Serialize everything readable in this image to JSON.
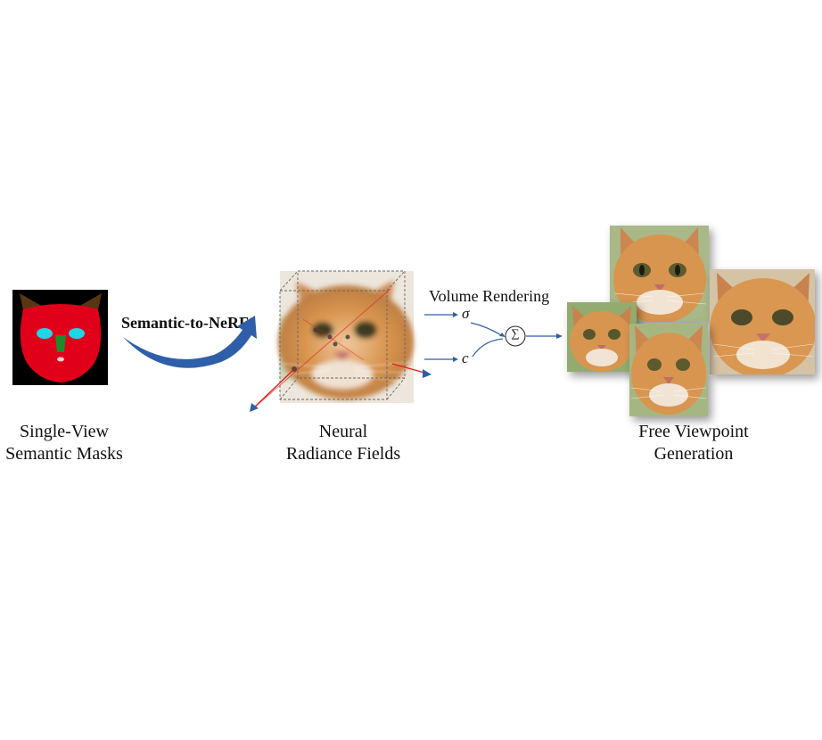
{
  "labels": {
    "mask_caption_line1": "Single-View",
    "mask_caption_line2": "Semantic Masks",
    "arrow_label": "Semantic-to-NeRF",
    "nerf_caption_line1": "Neural",
    "nerf_caption_line2": "Radiance Fields",
    "volume_rendering": "Volume Rendering",
    "sigma": "σ",
    "c": "c",
    "sum_symbol": "∑",
    "output_caption_line1": "Free Viewpoint",
    "output_caption_line2": "Generation"
  },
  "colors": {
    "mask_background": "#000000",
    "mask_face": "#e0001a",
    "mask_ears": "#5a3514",
    "mask_eyes": "#1ed6e6",
    "mask_nose": "#1f8a2a",
    "arrow_blue": "#2f5fa8",
    "ray_red": "#e0201e",
    "cat_fur": "#d8954f"
  }
}
